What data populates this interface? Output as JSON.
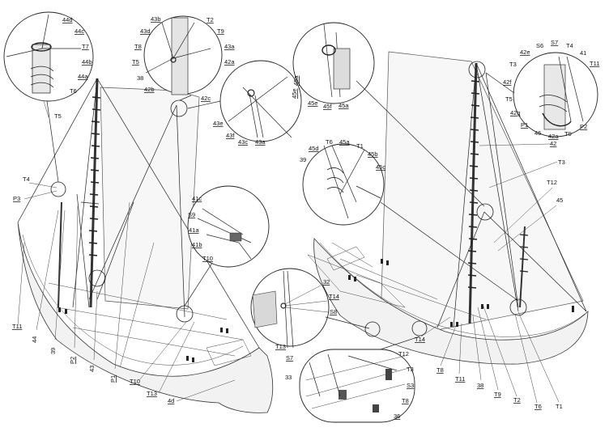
{
  "labels": {
    "l44d": "44d",
    "l44c": "44c",
    "lT7": "T7",
    "l44b": "44b",
    "l44a": "44a",
    "lT6a": "T6",
    "l43b": "43b",
    "lT2a": "T2",
    "l43d": "43d",
    "lT9a": "T9",
    "lT8a": "T8",
    "l43aa": "43a",
    "lT5a": "T5",
    "l42aa": "42a",
    "l38a": "38",
    "l42b": "42b",
    "l42c": "42c",
    "l43e": "43e",
    "l43f": "43f",
    "l43c": "43c",
    "l43ab": "43a",
    "l45ea": "45e",
    "l45ab": "45a",
    "l45eb": "45e",
    "l45f": "45f",
    "l45ac": "45a",
    "l42e": "42e",
    "lS6": "S6",
    "lS7a": "S7",
    "lT4a": "T4",
    "lT3a": "T3",
    "l41": "41",
    "lT11a": "T11",
    "l42f": "42f",
    "lT5c": "T5",
    "l42g": "42g",
    "lP1a": "P1",
    "l46": "46",
    "l42ab": "42a",
    "lT9b": "T9",
    "lP2a": "P2",
    "lT5b": "T5",
    "lT4b": "T4",
    "lP3": "P3",
    "l45d": "45d",
    "lT6b": "T6",
    "l45ad": "45a",
    "lT1a": "T1",
    "l45b": "45b",
    "l39a": "39",
    "l45c": "45c",
    "l42": "42",
    "lT3b": "T3",
    "lT12a": "T12",
    "l45": "45",
    "l41c": "41c",
    "lS9": "S9",
    "l41a": "41a",
    "l41b": "41b",
    "lT10a": "T10",
    "l32": "32",
    "lT14a": "T14",
    "lS8": "S8",
    "lT11b": "T11",
    "l44": "44",
    "l39b": "39",
    "lP2b": "P2",
    "l43": "43",
    "lP1b": "P1",
    "lT10b": "T10",
    "lT13a": "T13",
    "l4d": "4d",
    "lT13b": "T13",
    "lT12b": "T12",
    "lS7b": "S7",
    "lT3c": "T3",
    "l33": "33",
    "lS3": "S3",
    "lT8b": "T8",
    "l36": "36",
    "lT14b": "T14",
    "lT8c": "T8",
    "lT11c": "T11",
    "l38b": "38",
    "lT9c": "T9",
    "lT2b": "T2",
    "lT6c": "T6",
    "lT1b": "T1"
  }
}
